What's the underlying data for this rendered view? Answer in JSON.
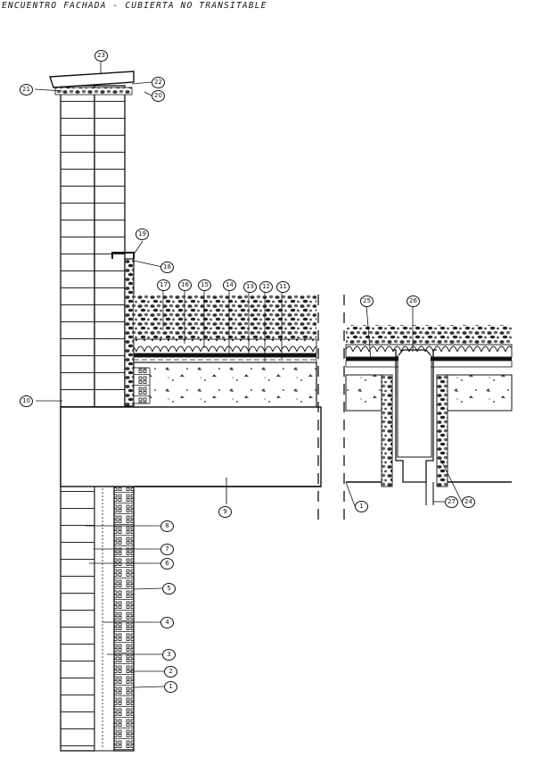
{
  "title": "ENCUENTRO FACHADA - CUBIERTA NO TRANSITABLE",
  "callouts": [
    "1",
    "2",
    "3",
    "4",
    "5",
    "6",
    "7",
    "8",
    "9",
    "10",
    "11",
    "12",
    "13",
    "14",
    "15",
    "16",
    "17",
    "18",
    "19",
    "20",
    "21",
    "22",
    "23",
    "24",
    "25",
    "26",
    "27"
  ]
}
